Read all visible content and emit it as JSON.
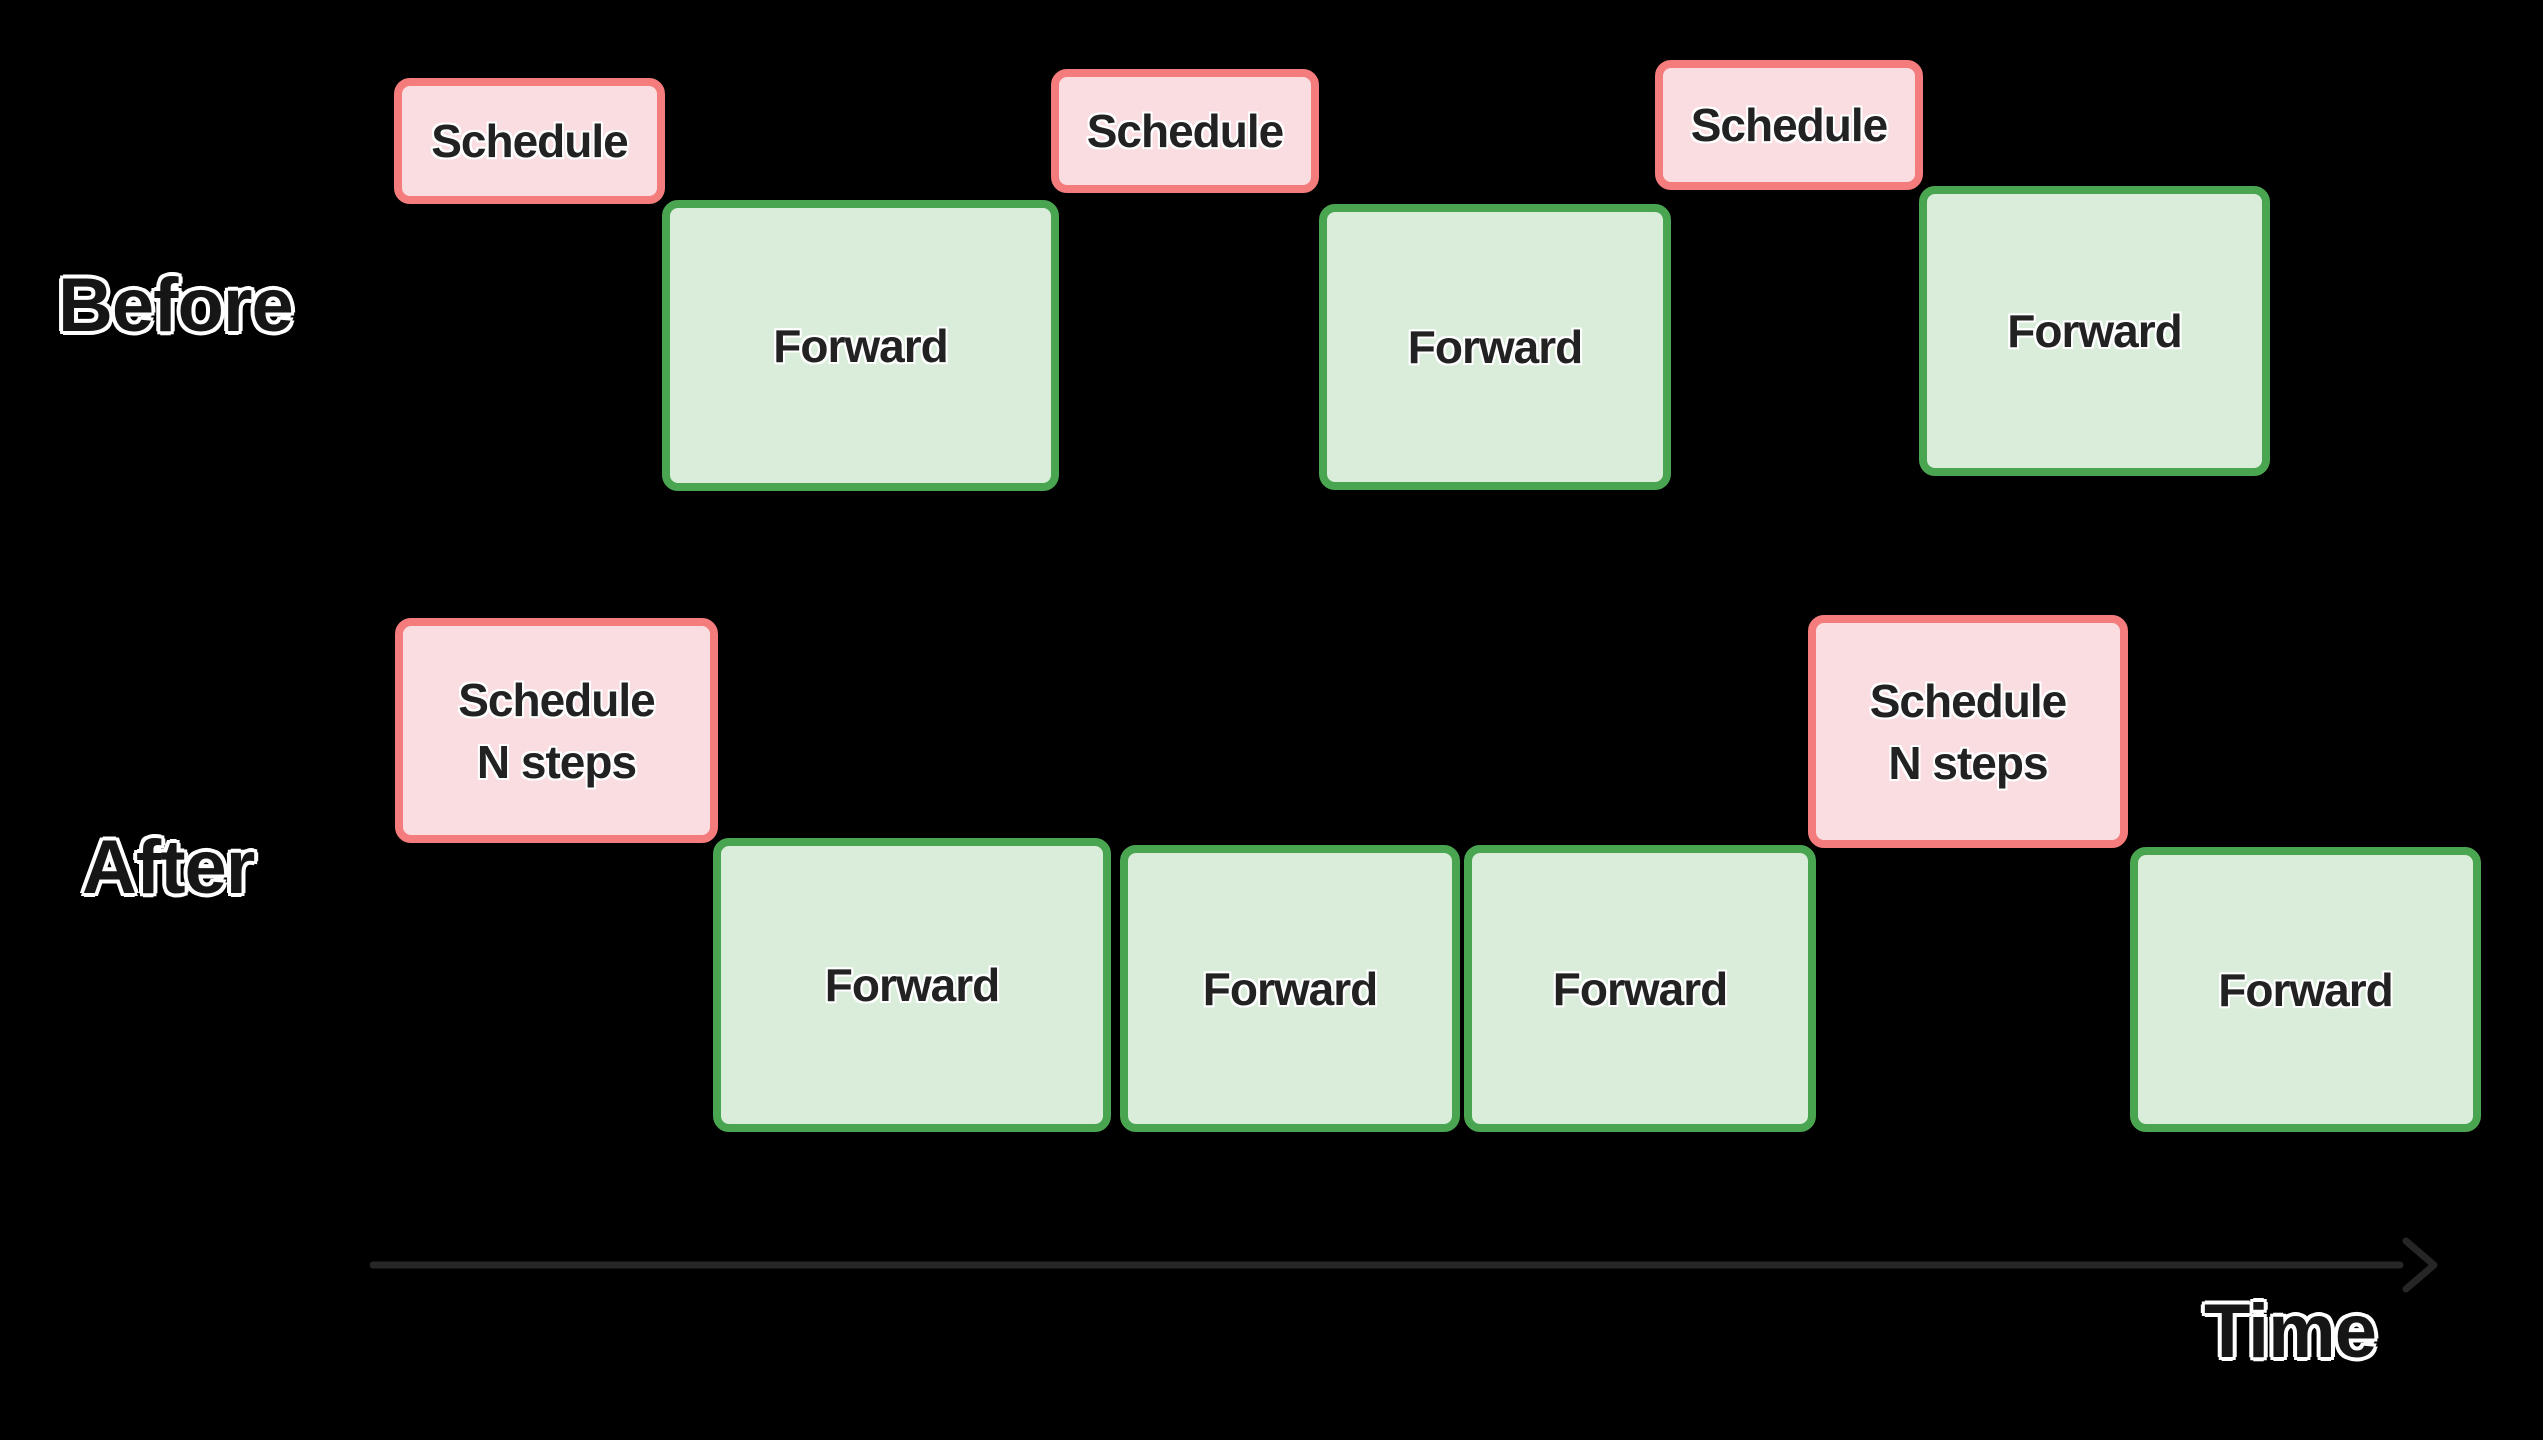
{
  "rows": {
    "before": {
      "label": "Before",
      "boxes": [
        {
          "type": "schedule",
          "lines": [
            "Schedule"
          ]
        },
        {
          "type": "forward",
          "lines": [
            "Forward"
          ]
        },
        {
          "type": "schedule",
          "lines": [
            "Schedule"
          ]
        },
        {
          "type": "forward",
          "lines": [
            "Forward"
          ]
        },
        {
          "type": "schedule",
          "lines": [
            "Schedule"
          ]
        },
        {
          "type": "forward",
          "lines": [
            "Forward"
          ]
        }
      ]
    },
    "after": {
      "label": "After",
      "boxes": [
        {
          "type": "schedule",
          "lines": [
            "Schedule",
            "N steps"
          ]
        },
        {
          "type": "forward",
          "lines": [
            "Forward"
          ]
        },
        {
          "type": "forward",
          "lines": [
            "Forward"
          ]
        },
        {
          "type": "forward",
          "lines": [
            "Forward"
          ]
        },
        {
          "type": "schedule",
          "lines": [
            "Schedule",
            "N steps"
          ]
        },
        {
          "type": "forward",
          "lines": [
            "Forward"
          ]
        }
      ]
    }
  },
  "time_axis": {
    "label": "Time"
  },
  "colors": {
    "background": "#000000",
    "schedule_fill": "#f9dde0",
    "schedule_border": "#f47c7c",
    "forward_fill": "#d9edda",
    "forward_border": "#4aa551",
    "box_text": "#222222",
    "label_text": "#161616",
    "label_outline": "#ffffff",
    "arrow": "#262626"
  }
}
